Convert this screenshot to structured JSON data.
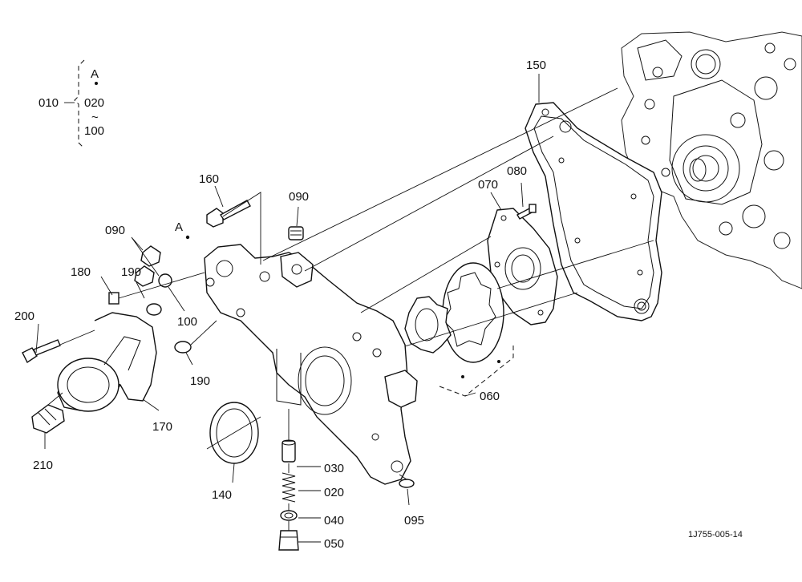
{
  "diagram_code": "1J755-005-14",
  "group_bracket": {
    "main_label": "010",
    "top_label": "A",
    "middle_label": "020",
    "tilde": "~",
    "bottom_label": "100"
  },
  "callouts": [
    {
      "id": "150",
      "text": "150"
    },
    {
      "id": "160",
      "text": "160"
    },
    {
      "id": "090a",
      "text": "090"
    },
    {
      "id": "090b",
      "text": "090"
    },
    {
      "id": "080",
      "text": "080"
    },
    {
      "id": "070",
      "text": "070"
    },
    {
      "id": "A",
      "text": "A"
    },
    {
      "id": "180",
      "text": "180"
    },
    {
      "id": "190a",
      "text": "190"
    },
    {
      "id": "190b",
      "text": "190"
    },
    {
      "id": "100",
      "text": "100"
    },
    {
      "id": "200",
      "text": "200"
    },
    {
      "id": "170",
      "text": "170"
    },
    {
      "id": "210",
      "text": "210"
    },
    {
      "id": "140",
      "text": "140"
    },
    {
      "id": "030",
      "text": "030"
    },
    {
      "id": "020",
      "text": "020"
    },
    {
      "id": "040",
      "text": "040"
    },
    {
      "id": "050",
      "text": "050"
    },
    {
      "id": "095",
      "text": "095"
    },
    {
      "id": "060",
      "text": "060"
    }
  ]
}
